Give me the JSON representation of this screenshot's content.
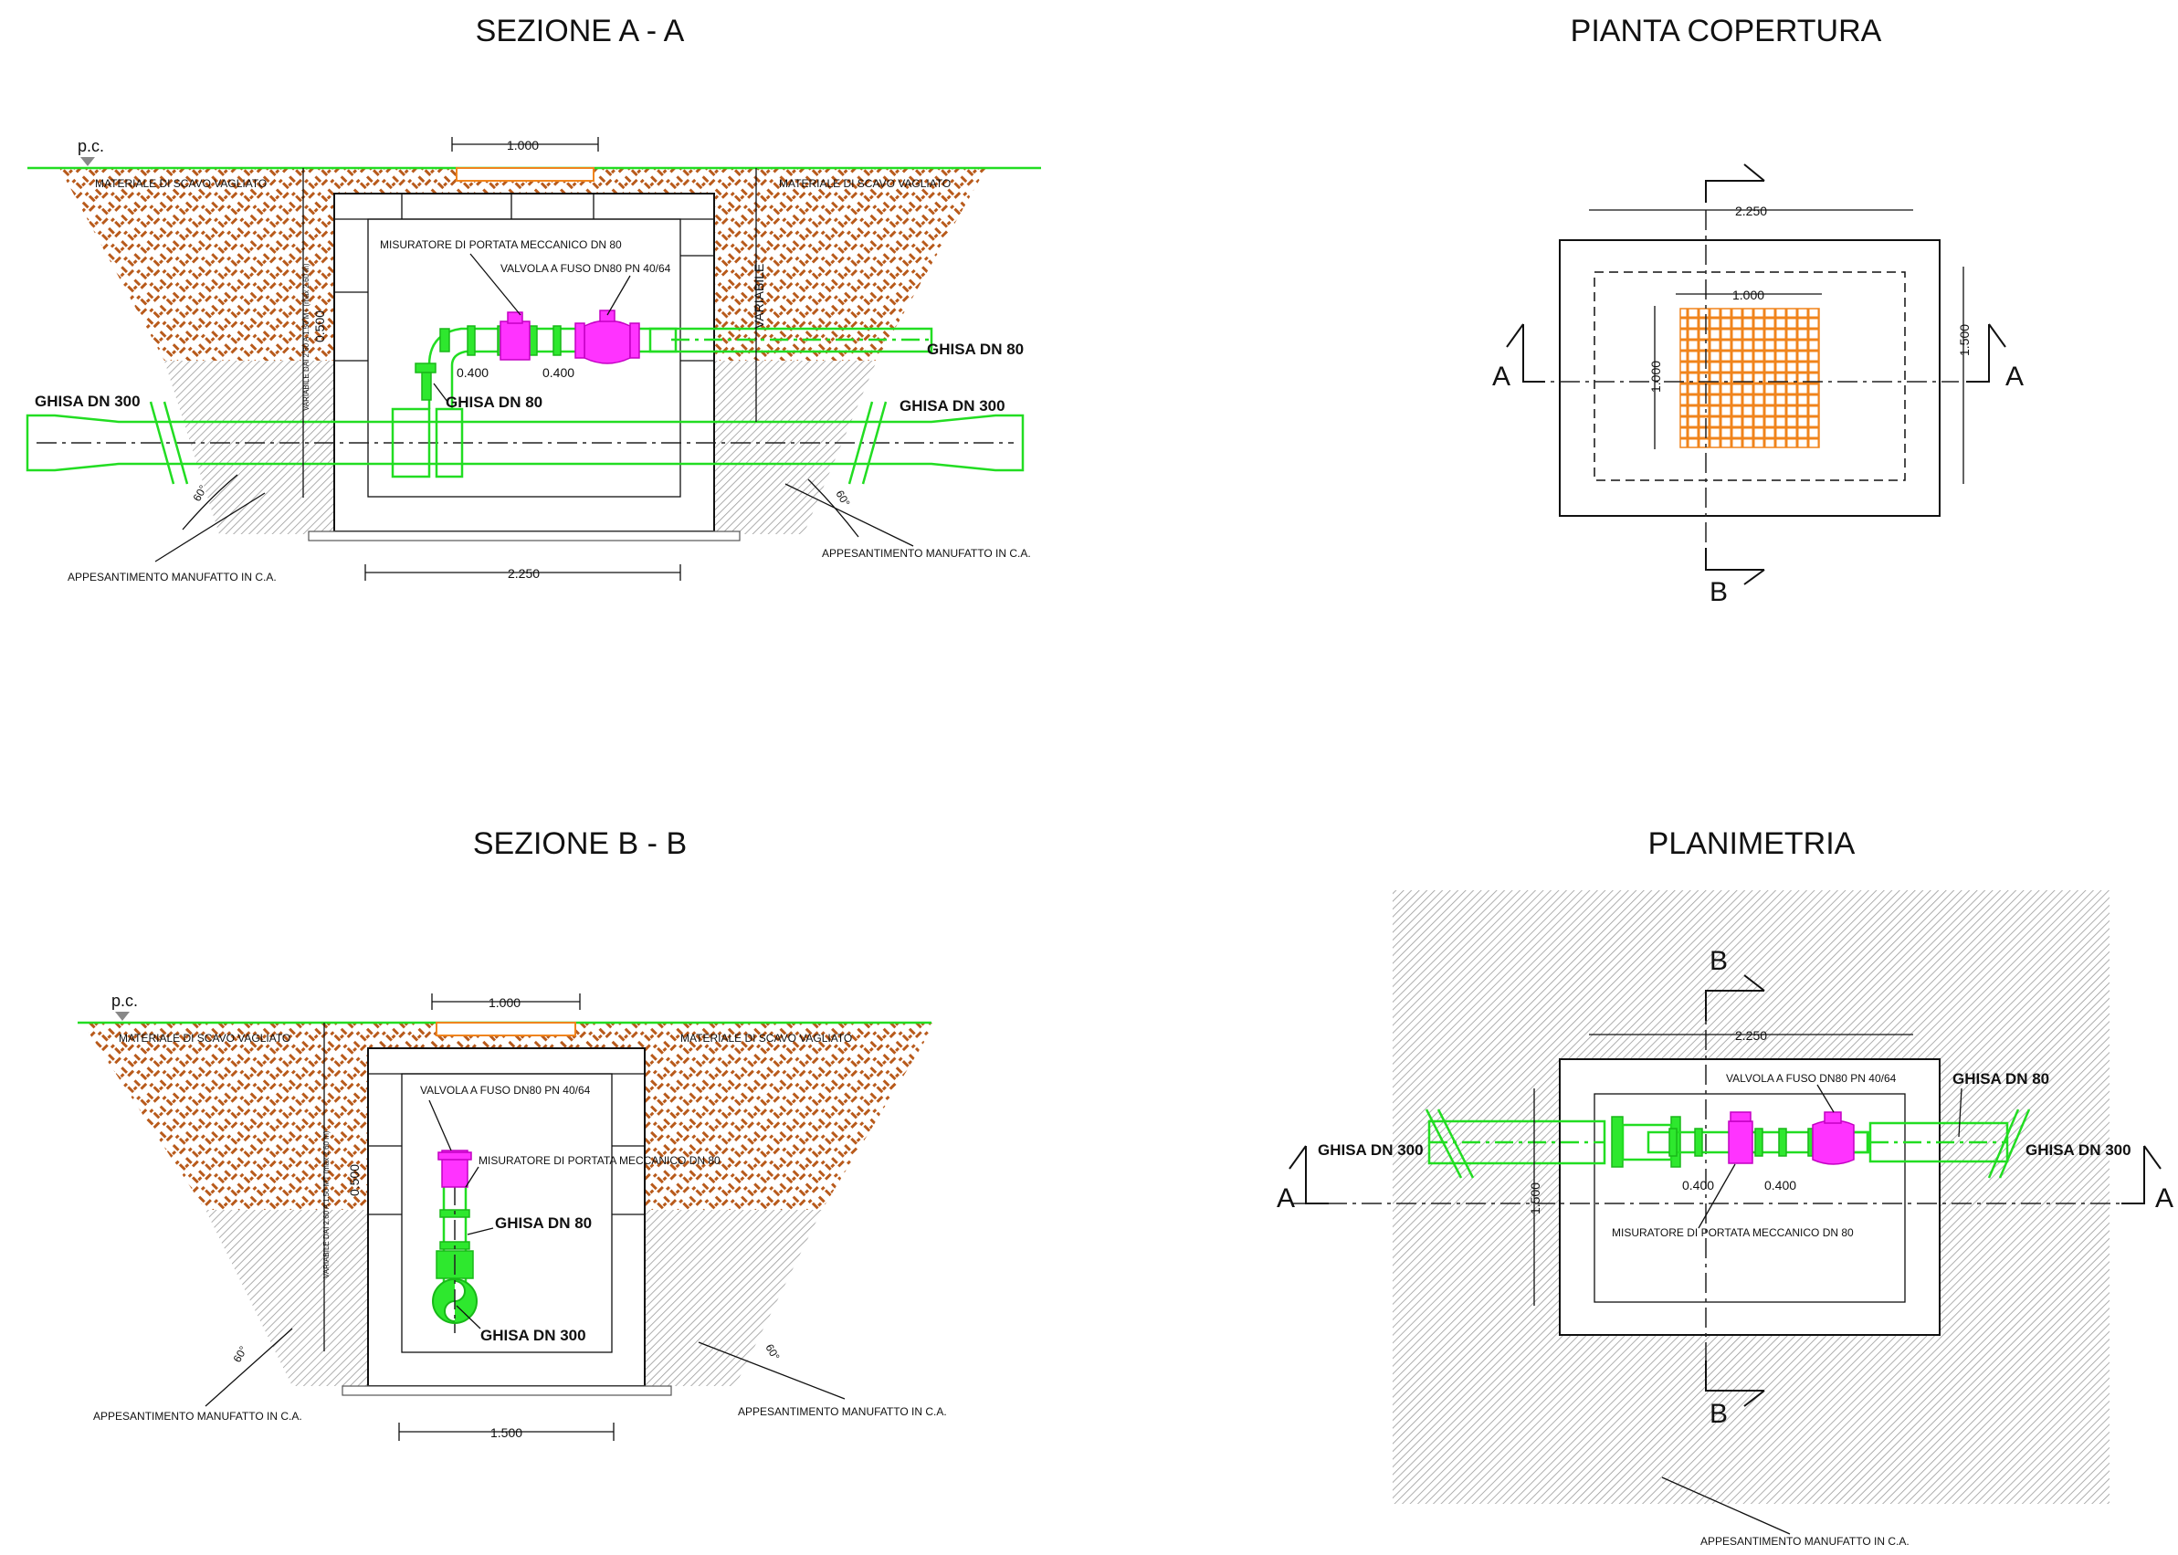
{
  "titles": {
    "sezione_aa": "SEZIONE A - A",
    "pianta_copertura": "PIANTA COPERTURA",
    "sezione_bb": "SEZIONE B - B",
    "planimetria": "PLANIMETRIA"
  },
  "labels": {
    "pc": "p.c.",
    "materiale": "MATERIALE DI SCAVO VAGLIATO",
    "misuratore": "MISURATORE DI PORTATA MECCANICO DN 80",
    "valvola": "VALVOLA A FUSO DN80 PN 40/64",
    "ghisa80": "GHISA DN 80",
    "ghisa300": "GHISA DN 300",
    "appesantimento": "APPESANTIMENTO MANUFATTO IN C.A.",
    "variabile": "VARIABILE",
    "variabile_long": "VARIABILE DAI 2.60 A 1.50 MT (max 2.60 m)",
    "angle": "60°"
  },
  "dims": {
    "d1000": "1.000",
    "d2250": "2.250",
    "d1500": "1.500",
    "d0400": "0.400",
    "d0500": "0.500"
  },
  "section_marks": {
    "a": "A",
    "b": "B"
  },
  "colors": {
    "pipe_green": "#22dd22",
    "valve_magenta": "#ff33ff",
    "soil_brown": "#b85a1b",
    "hatch_grey": "#999999",
    "cover_orange": "#f0841c"
  }
}
